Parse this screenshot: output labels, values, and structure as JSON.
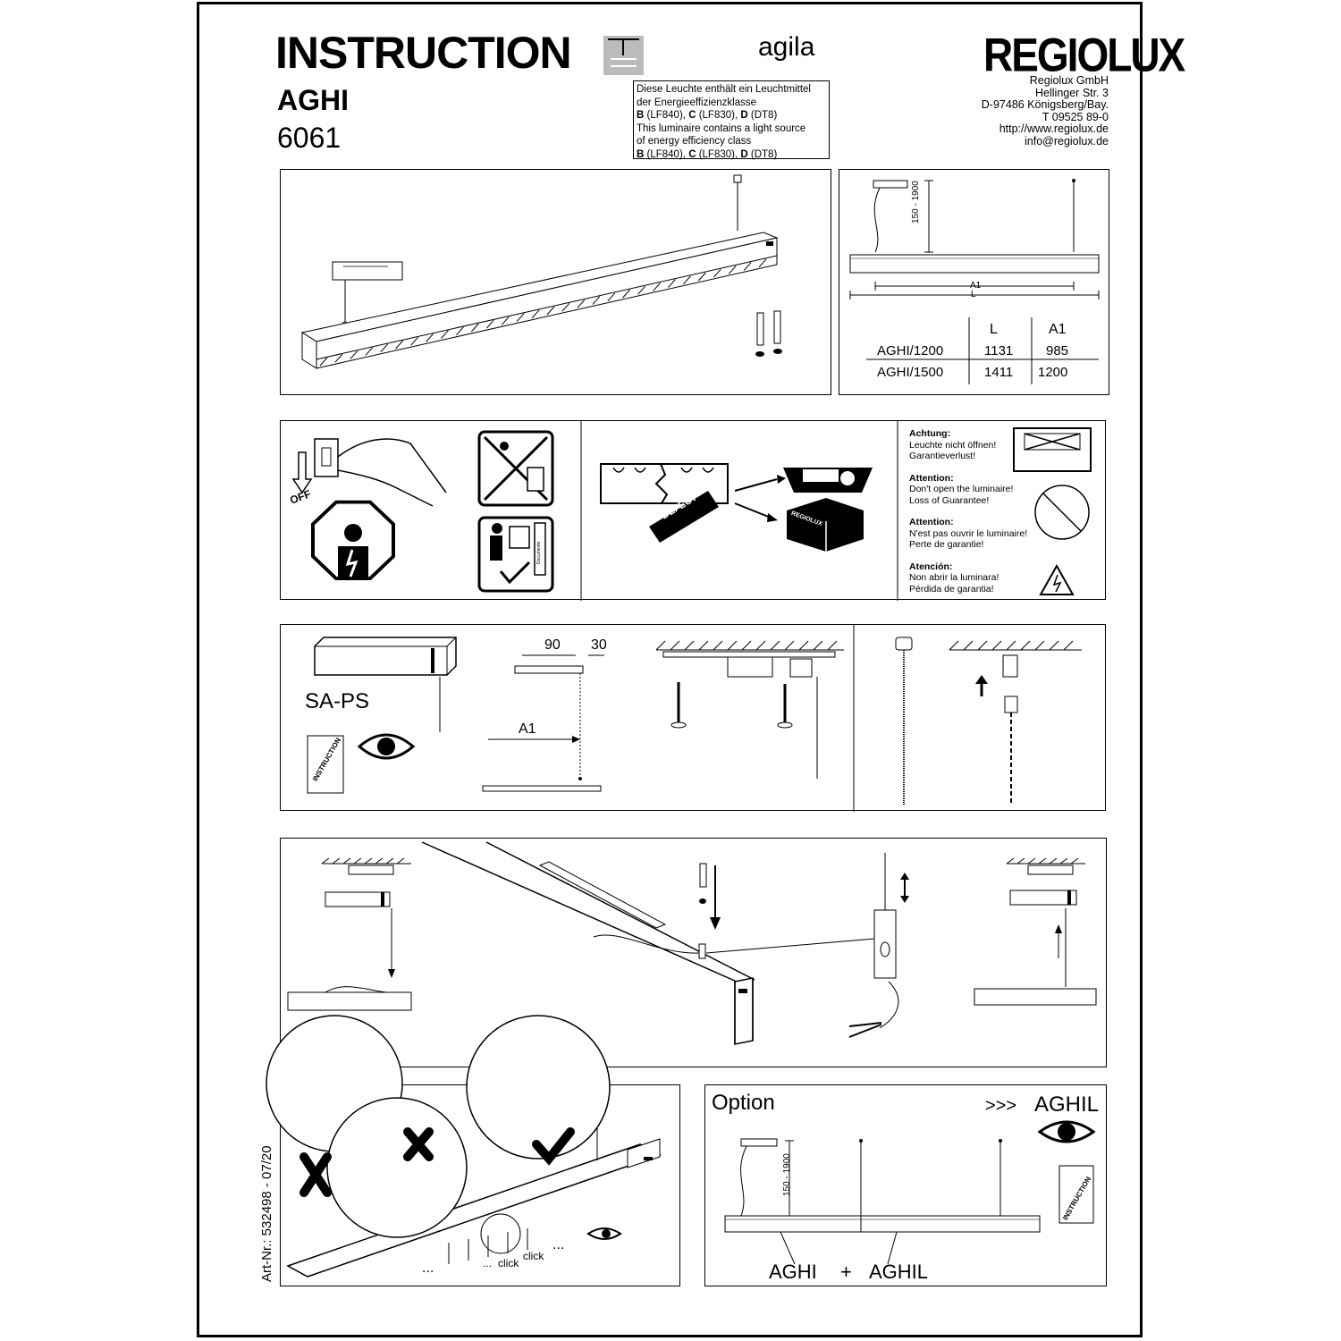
{
  "header": {
    "title": "INSTRUCTION",
    "product_code": "AGHI",
    "product_number": "6061",
    "series": "agila",
    "brand": "REGIOLUX",
    "address": [
      "Regiolux GmbH",
      "Hellinger Str. 3",
      "D-97486 Königsberg/Bay.",
      "T 09525 89-0",
      "http://www.regiolux.de",
      "info@regiolux.de"
    ]
  },
  "energy_label": {
    "de_line1": "Diese Leuchte enthält ein Leuchtmittel",
    "de_line2": "der Energieeffizienzklasse",
    "en_line1": "This luminaire contains a light source",
    "en_line2": "of energy efficiency class",
    "class_b": "B",
    "lf840": "(LF840),",
    "class_c": "C",
    "lf830": "(LF830),",
    "class_d": "D",
    "dt8": "(DT8)"
  },
  "dimensions": {
    "height_range": "150 - 1900",
    "a1_label": "A1",
    "l_label": "L",
    "columns": [
      "",
      "L",
      "A1"
    ],
    "rows": [
      {
        "model": "AGHI/1200",
        "L": "1131",
        "A1": "985"
      },
      {
        "model": "AGHI/1500",
        "L": "1411",
        "A1": "1200"
      }
    ]
  },
  "safety": {
    "off_label": "OFF",
    "defect_label": "DEFECT",
    "box_label": "REGIOLUX",
    "documents_label": "Documents"
  },
  "warnings": [
    {
      "heading": "Achtung:",
      "line1": "Leuchte nicht öffnen!",
      "line2": "Garantieverlust!"
    },
    {
      "heading": "Attention:",
      "line1": "Don't open the luminaire!",
      "line2": "Loss of Guarantee!"
    },
    {
      "heading": "Attention:",
      "line1": "N'est pas ouvrir le luminaire!",
      "line2": "Perte de garantie!"
    },
    {
      "heading": "Atención:",
      "line1": "Non abrir la luminara!",
      "line2": "Pérdida de garantia!"
    }
  ],
  "mounting": {
    "sa_ps": "SA-PS",
    "instruction_doc": "INSTRUCTION",
    "dim_90": "90",
    "dim_30": "30",
    "a1": "A1"
  },
  "click_panel": {
    "click1": "click",
    "click2": "click",
    "dots1": "...",
    "dots2": "...",
    "dots3": "...",
    "dots4": "..."
  },
  "option": {
    "title": "Option",
    "arrow_text": ">>>",
    "product": "AGHIL",
    "height_range": "150 - 1900",
    "instruction_doc": "INSTRUCTION",
    "combo_a": "AGHI",
    "plus": "+",
    "combo_b": "AGHIL"
  },
  "article_number": "Art-Nr.: 532498 - 07/20"
}
